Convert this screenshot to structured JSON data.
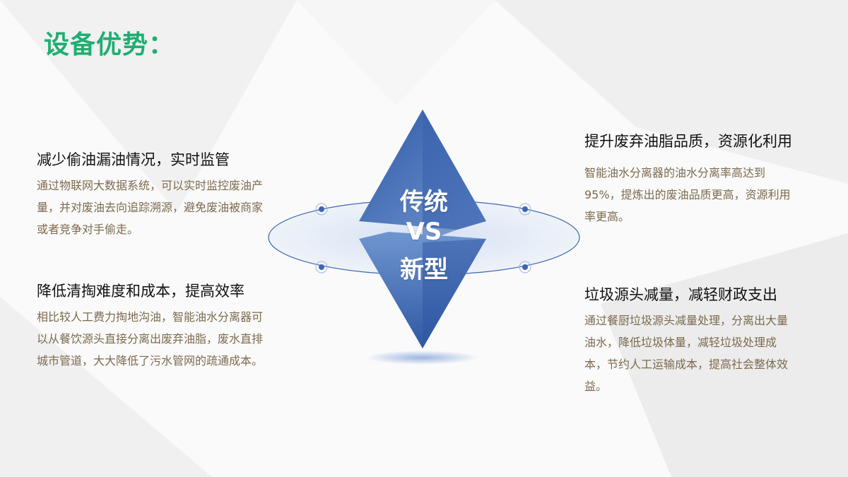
{
  "title": "设备优势：",
  "center": {
    "line1": "传统",
    "line2": "VS",
    "line3": "新型"
  },
  "colors": {
    "title": "#1fae72",
    "body": "#7c6a4e",
    "diamond": "#3d66b0"
  },
  "blocks": [
    {
      "heading": "减少偷油漏油情况，实时监管",
      "body": "通过物联网大数据系统，可以实时监控废油产量，并对废油去向追踪溯源，避免废油被商家或者竞争对手偷走。"
    },
    {
      "heading": "降低清掏难度和成本，提高效率",
      "body": "相比较人工费力掏地沟油，智能油水分离器可以从餐饮源头直接分离出废弃油脂，废水直排城市管道，大大降低了污水管网的疏通成本。"
    },
    {
      "heading": "提升废弃油脂品质，资源化利用",
      "body": "智能油水分离器的油水分离率高达到95%，提炼出的废油品质更高，资源利用率更高。"
    },
    {
      "heading": "垃圾源头减量，减轻财政支出",
      "body": "通过餐厨垃圾源头减量处理，分离出大量油水，降低垃圾体量，减轻垃圾处理成本，节约人工运输成本，提高社会整体效益。"
    }
  ]
}
